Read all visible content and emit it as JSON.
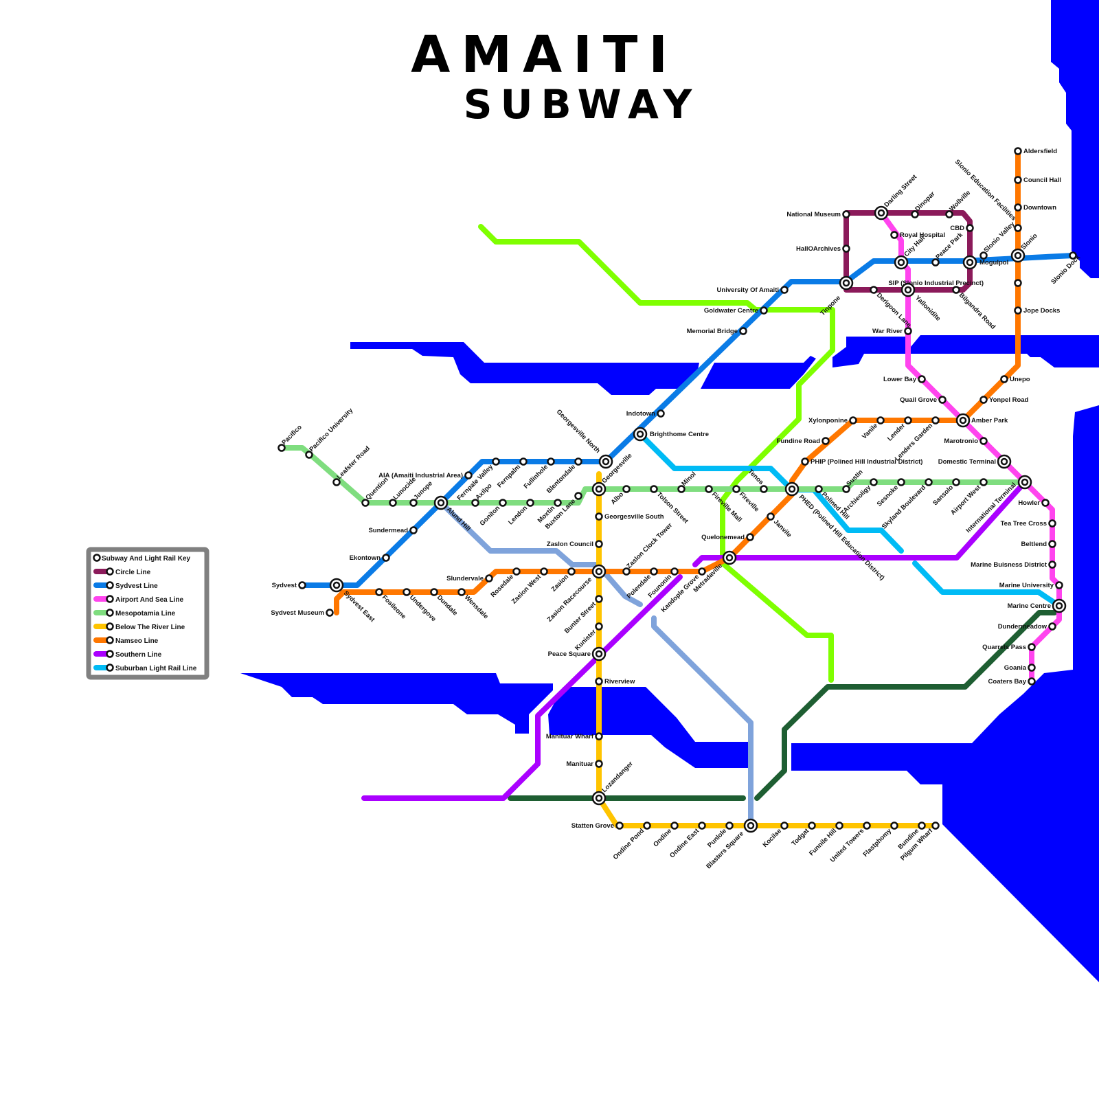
{
  "title": {
    "line1": "AMAITI",
    "line2": "SUBWAY"
  },
  "colors": {
    "water": "#0000ff",
    "circle": "#8b1a5a",
    "sydvest": "#0a7be6",
    "airport": "#ff44ee",
    "mesopotamia": "#7fdd7f",
    "below_river": "#ffc400",
    "namseo": "#ff7700",
    "southern": "#aa00ff",
    "suburban": "#00bbf5",
    "unlabeled_lime": "#7fff00",
    "unlabeled_darkgreen": "#1e5e32",
    "unlabeled_steel": "#7fa3db",
    "key_border": "#808080"
  },
  "legend": {
    "header": "Subway And Light Rail Key",
    "items": [
      {
        "label": "Circle Line",
        "color_key": "circle"
      },
      {
        "label": "Sydvest Line",
        "color_key": "sydvest"
      },
      {
        "label": "Airport And Sea Line",
        "color_key": "airport"
      },
      {
        "label": "Mesopotamia Line",
        "color_key": "mesopotamia"
      },
      {
        "label": "Below The River Line",
        "color_key": "below_river"
      },
      {
        "label": "Namseo Line",
        "color_key": "namseo"
      },
      {
        "label": "Southern Line",
        "color_key": "southern"
      },
      {
        "label": "Suburban Light Rail Line",
        "color_key": "suburban"
      }
    ]
  },
  "stations": [
    "Pacifico",
    "Pacifico University",
    "Leafster Road",
    "Quention",
    "Lunocide",
    "Junope",
    "Alund Hill",
    "Sundermead",
    "Ekontown",
    "Sydvest",
    "Sydvest East",
    "Sydvest Museum",
    "Fosileone",
    "Undergove",
    "Dundale",
    "Wensdale",
    "Slundervale",
    "Rosedale",
    "Zasion West",
    "Zasion",
    "Zasion Racecourse",
    "Zaslon Clock Tower",
    "Polendale",
    "Founonin",
    "Kandople Grove",
    "Metradaville",
    "Quelonemead",
    "Janvile",
    "PHED (Polined Hill Education District)",
    "PHIP (Polined Hill Industrial District)",
    "Fundine Road",
    "Xylonponine",
    "Vanile",
    "Lender",
    "Lenders Garden",
    "Amber Park",
    "Yonpel Road",
    "Unepo",
    "Jope Docks",
    "SIP (Slonio Industrial Precinct)",
    "Slonio",
    "Slonio Dock",
    "Slonio Valley",
    "Slonio Education Facilities",
    "Downtown",
    "Council Hall",
    "Aldersfield",
    "Mogulpol",
    "CBD",
    "Wollville",
    "Dinopar",
    "Darling Street",
    "National Museum",
    "HallOArchives",
    "Tinpone",
    "Derigoon Lane",
    "Yallonidite",
    "Bilgandra Road",
    "Royal Hospital",
    "City Hall",
    "Peace Park",
    "War River",
    "Lower Bay",
    "Quail Grove",
    "Marotronio",
    "Domestic Terminal",
    "International Terminal",
    "Howler",
    "Tea Tree Cross",
    "Beltlend",
    "Marine Buisness District",
    "Marine University",
    "Marine Centre",
    "Dundermeadow",
    "Quarrels Pass",
    "Goania",
    "Coaters Bay",
    "Airport West",
    "Sansolo",
    "Skyland Boulevard",
    "Sesnoke",
    "Archieoligy",
    "Sustin",
    "Polined Hill",
    "Tenos",
    "Fireville",
    "Fireville Mall",
    "Minol",
    "Tolson Street",
    "Albo",
    "Georgesville",
    "Georgesville North",
    "Georgesville South",
    "Zaslon Council",
    "Buxton Lane",
    "Moxtin",
    "Lendon",
    "Goniton",
    "Axilpo",
    "Blentondale",
    "Fullinhole",
    "Fernpalm",
    "Fernpale Valley",
    "AIA (Amaiti Industrial Area)",
    "Brighthome Centre",
    "Indotown",
    "Memorial Bridge",
    "Goldwater Centre",
    "University Of Amaiti",
    "Bunter Street",
    "Kunister",
    "Peace Square",
    "Riverview",
    "Manituar Wharf",
    "Manituar",
    "Lozandanger",
    "Statten Grove",
    "Ondine Pond",
    "Ondine",
    "Ondine East",
    "Punlole",
    "Blasters Square",
    "Kocilse",
    "Todgat",
    "Funnile Hill",
    "United Towers",
    "Flastphomy",
    "Bundine",
    "Pilgum Wharf"
  ]
}
